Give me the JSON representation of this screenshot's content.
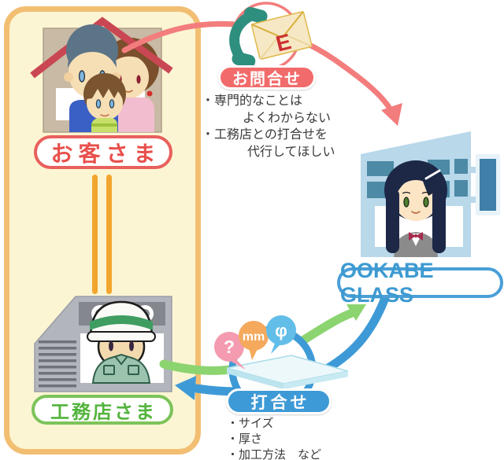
{
  "diagram": {
    "customer_label": "お客さま",
    "contractor_label": "工務店さま",
    "company_label": "OOKABE GLASS",
    "inquiry": {
      "badge": "お問合せ",
      "envelope_letter": "E",
      "notes": [
        "・専門的なことは",
        "よくわからない",
        "・工務店との打合せを",
        "代行してほしい"
      ]
    },
    "meeting": {
      "badge": "打合せ",
      "bubbles": [
        "?",
        "mm",
        "φ"
      ],
      "notes": [
        "・サイズ",
        "・厚さ",
        "・加工方法　など"
      ]
    },
    "icons": {
      "phone": "telephone-handset",
      "envelope": "email-envelope",
      "glass": "glass-pane-sheet",
      "house": "customer-family-house",
      "factory": "contractor-workshop",
      "office": "company-building"
    },
    "colors": {
      "panel_border": "#F2BE72",
      "panel_fill": "#FCF5D3",
      "inquiry_red": "#F26B6B",
      "meeting_blue": "#3E9AD6",
      "arrow_green": "#8CD470",
      "customer_red": "#E8504C",
      "contractor_green": "#53B43C",
      "company_blue": "#3D9AD1",
      "connector_orange": "#F2A52E"
    }
  }
}
